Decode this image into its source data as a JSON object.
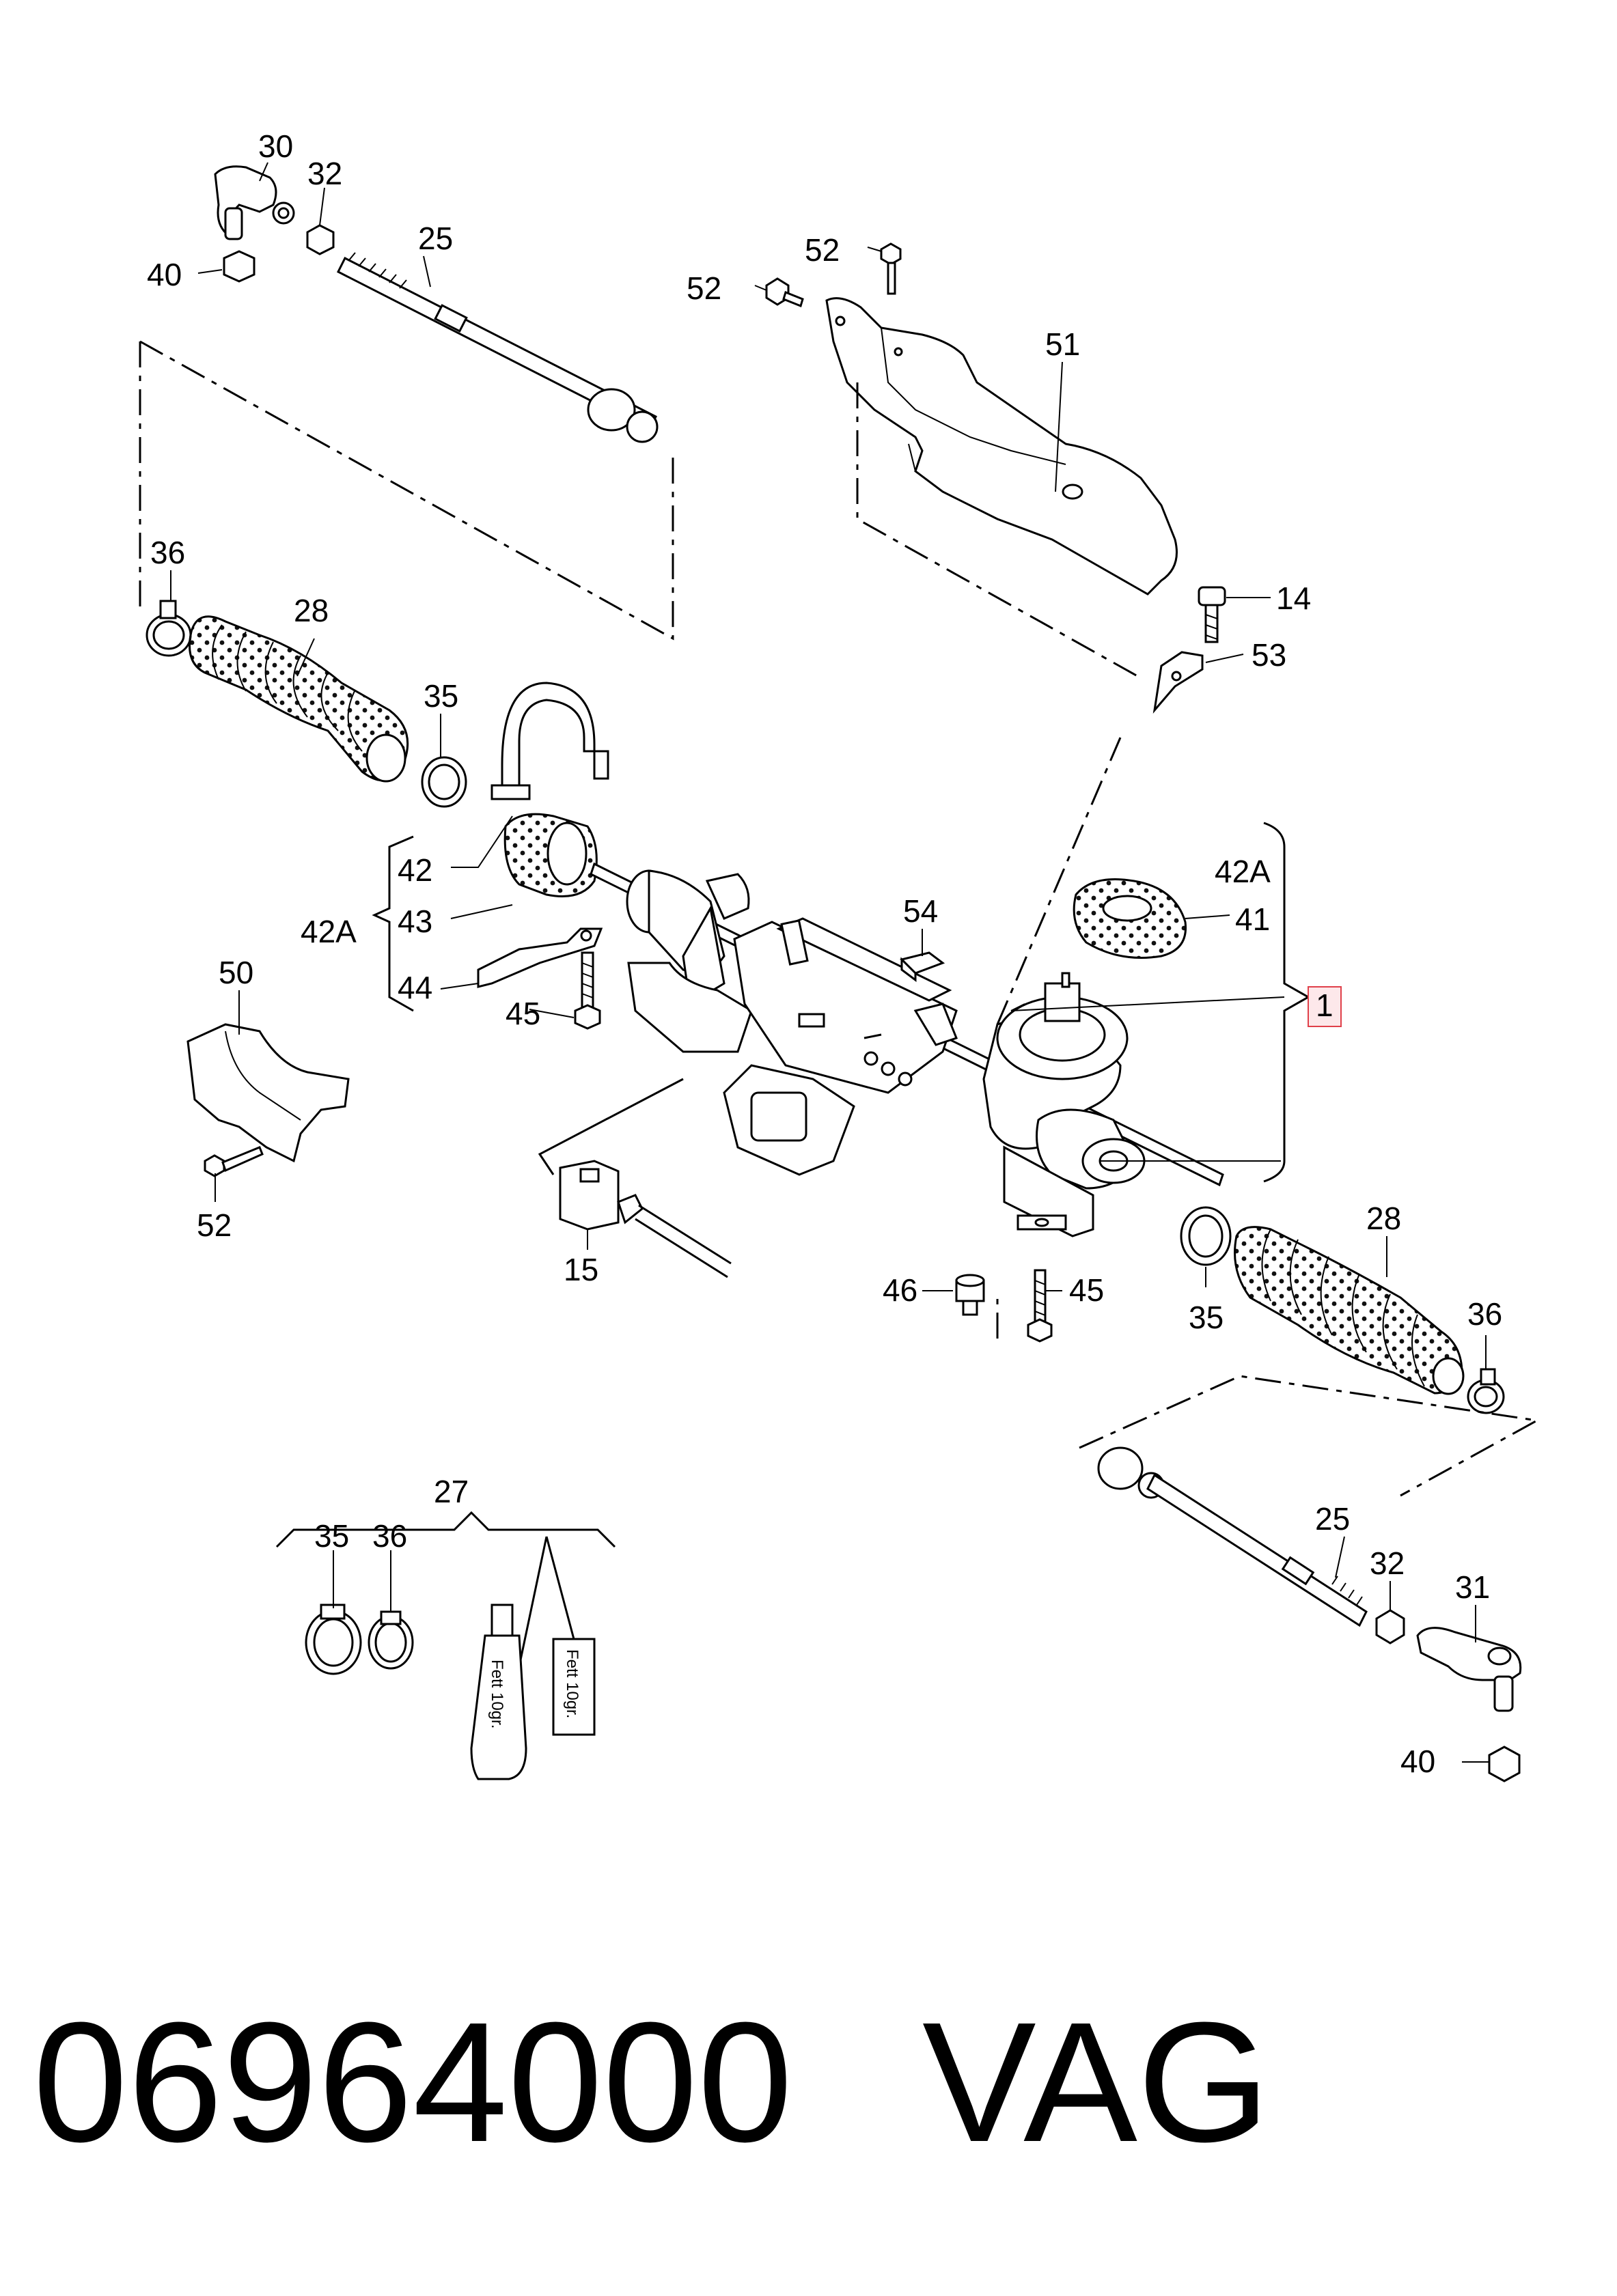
{
  "callouts": {
    "c30": "30",
    "c32_top": "32",
    "c25_top": "25",
    "c40_top": "40",
    "c36_left": "36",
    "c28_left": "28",
    "c35_left": "35",
    "c42": "42",
    "c42A_left": "42A",
    "c43": "43",
    "c44": "44",
    "c45_left": "45",
    "c50": "50",
    "c52_left": "52",
    "c15": "15",
    "c52_top1": "52",
    "c52_top2": "52",
    "c51": "51",
    "c14": "14",
    "c53": "53",
    "c54": "54",
    "c42A_right": "42A",
    "c41": "41",
    "c1": "1",
    "c46": "46",
    "c45_right": "45",
    "c28_right": "28",
    "c35_right": "35",
    "c36_right": "36",
    "c27": "27",
    "c35_kit": "35",
    "c36_kit": "36",
    "c25_bottom": "25",
    "c32_bottom": "32",
    "c31": "31",
    "c40_bottom": "40"
  },
  "grease_tube_text": "Fett 10gr.",
  "grease_card_text": "Fett 10gr.",
  "footer": {
    "part_number": "06964000",
    "brand": "VAG"
  },
  "colors": {
    "highlight_box": "#e0404a",
    "highlight_fill": "#fde8ea"
  }
}
